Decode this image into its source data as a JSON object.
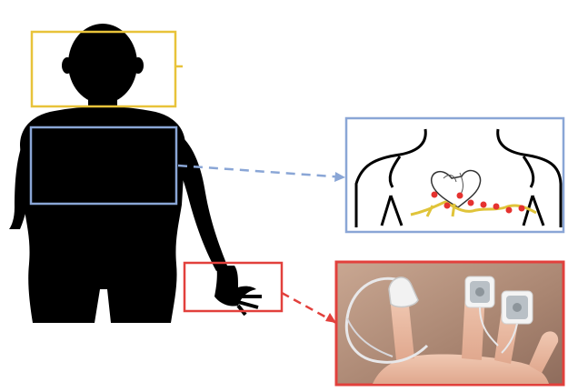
{
  "diagram": {
    "regions": [
      {
        "name": "head",
        "color": "#e8c33a"
      },
      {
        "name": "chest",
        "color": "#8aa6d6"
      },
      {
        "name": "hand",
        "color": "#e2403c"
      }
    ],
    "icons": {
      "body": "human-silhouette-icon",
      "chest_panel": "chest-ecg-electrodes-icon",
      "hand_panel": "finger-sensors-photo-icon",
      "heart": "heart-icon"
    },
    "colors": {
      "silhouette": "#000000",
      "electrode": "#e5322f",
      "lead_wire": "#e0c43a",
      "sensor_pad": "#b9c0c6",
      "skin": "#e7b8a0",
      "photo_bg": "#b08a74"
    }
  }
}
